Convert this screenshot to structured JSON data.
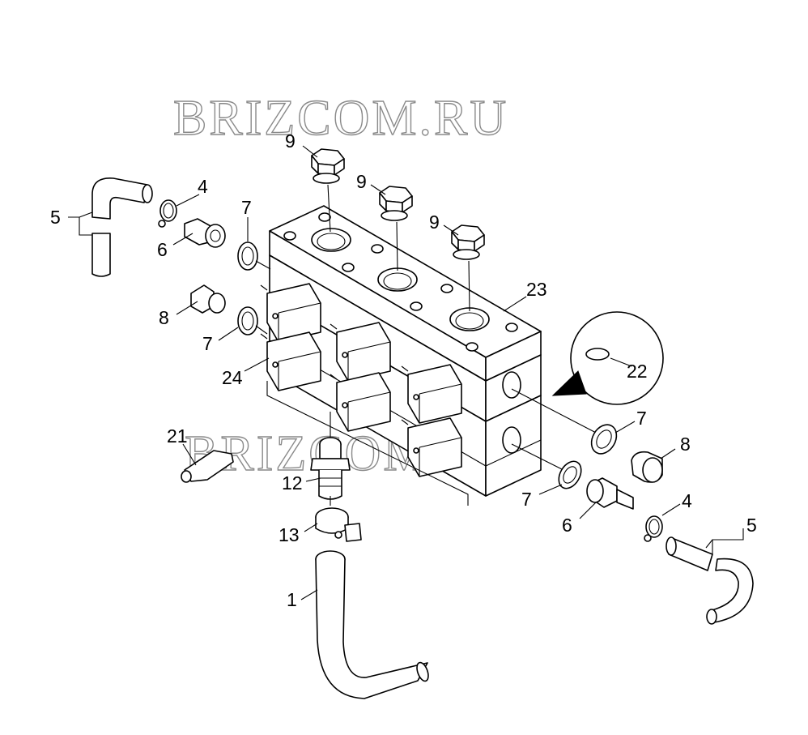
{
  "watermark": {
    "text": "BRIZCOM.RU",
    "color": "#8a8a8a"
  },
  "callouts": {
    "c1": "1",
    "c4a": "4",
    "c4b": "4",
    "c5a": "5",
    "c5b": "5",
    "c6a": "6",
    "c6b": "6",
    "c7a": "7",
    "c7b": "7",
    "c7c": "7",
    "c7d": "7",
    "c8a": "8",
    "c8b": "8",
    "c9a": "9",
    "c9b": "9",
    "c9c": "9",
    "c12": "12",
    "c13": "13",
    "c21": "21",
    "c22": "22",
    "c23": "23",
    "c24": "24"
  }
}
